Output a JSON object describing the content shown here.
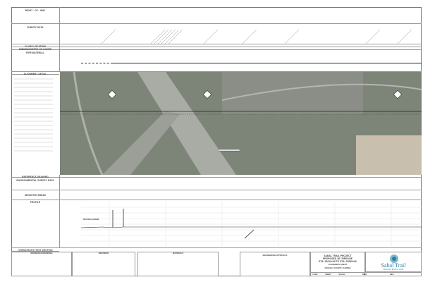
{
  "sections": {
    "right_of_way": "RIGHT - OF - WAY",
    "survey_data": "SURVEY DATA",
    "class_location": "CLASS LOCATION",
    "min_depth": "MINIMUM DEPTH OF COVER",
    "pipe_material": "PIPE MATERIAL",
    "alignment_detail": "ALIGNMENT DETAIL",
    "reference_drawing": "REFERENCE DRAWING",
    "env_survey": "ENVIRONMENTAL SURVEY DATA",
    "sensitive_areas": "SENSITIVE AREAS",
    "profile": "PROFILE",
    "hydro_test": "HYDROSTATIC TEST SECTION"
  },
  "profile": {
    "natural_grade_label": "NATURAL GRADE"
  },
  "bottom": {
    "reference_drawings": "REFERENCE DRAWINGS",
    "revisions": "REVISIONS",
    "materials": "MATERIALS",
    "engineering_approvals": "ENGINEERING APPROVALS"
  },
  "title_block": {
    "line1": "SABAL TRAIL PROJECT",
    "line2": "PROPOSED 36\" PIPELINE",
    "line3": "STA. 25214+00 TO STA. 25269+00",
    "line4": "ALIGNMENT SHEET",
    "county": "OSCEOLA COUNTY, FLORIDA",
    "year_label": "YEAR:",
    "sheet_label": "SHEET:",
    "scale_label": "SCALE:",
    "dwg_label": "DWG:",
    "rev_label": "REV:"
  },
  "logo": {
    "name": "Sabal Trail",
    "sub": "TRANSMISSION",
    "color": "#2a7f9e"
  },
  "colors": {
    "aerial": "#7d8478",
    "road": "#a9aba5",
    "pipeline": "#222222"
  }
}
